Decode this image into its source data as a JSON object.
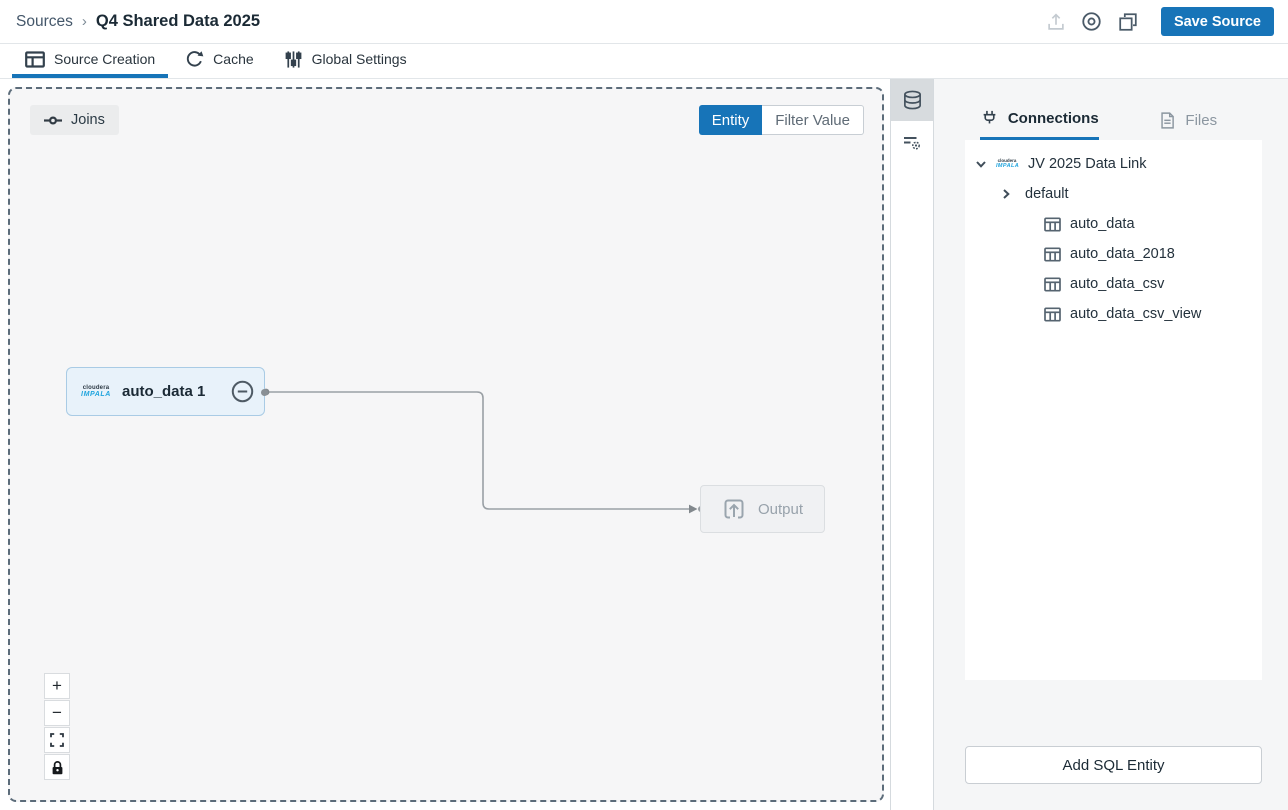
{
  "header": {
    "breadcrumb": {
      "root": "Sources",
      "sep": "›",
      "current": "Q4 Shared Data 2025"
    },
    "action_icons": [
      "upload-icon",
      "preview-icon",
      "duplicate-icon"
    ],
    "save_label": "Save Source"
  },
  "tabs": [
    {
      "label": "Source Creation",
      "icon": "table-icon",
      "active": true
    },
    {
      "label": "Cache",
      "icon": "refresh-icon",
      "active": false
    },
    {
      "label": "Global Settings",
      "icon": "sliders-icon",
      "active": false
    }
  ],
  "canvas": {
    "joins_label": "Joins",
    "toggle": {
      "entity_label": "Entity",
      "filter_label": "Filter Value",
      "selected": "Entity"
    },
    "node": {
      "label": "auto_data 1",
      "logo_line1": "cloudera",
      "logo_line2": "IMPALA",
      "remove_icon": "minus-circle-icon"
    },
    "output_label": "Output",
    "zoom_controls": {
      "plus": "+",
      "minus": "−",
      "fit_icon": "fit-view-icon",
      "lock_icon": "lock-icon"
    }
  },
  "side_strip": [
    {
      "icon": "database-icon",
      "active": true
    },
    {
      "icon": "data-settings-icon",
      "active": false
    }
  ],
  "panel": {
    "tabs": [
      {
        "label": "Connections",
        "icon": "plug-icon",
        "active": true
      },
      {
        "label": "Files",
        "icon": "file-icon",
        "active": false
      }
    ],
    "tree": {
      "connection_label": "JV 2025 Data Link",
      "connection_logo_line1": "cloudera",
      "connection_logo_line2": "IMPALA",
      "database_label": "default",
      "tables": [
        {
          "label": "auto_data"
        },
        {
          "label": "auto_data_2018"
        },
        {
          "label": "auto_data_csv"
        },
        {
          "label": "auto_data_csv_view"
        }
      ]
    },
    "add_button_label": "Add SQL Entity"
  },
  "colors": {
    "accent": "#1774b8",
    "canvas_bg": "#f6f6f7",
    "node_bg": "#e8f2fa",
    "node_border": "#a9cbe5"
  }
}
